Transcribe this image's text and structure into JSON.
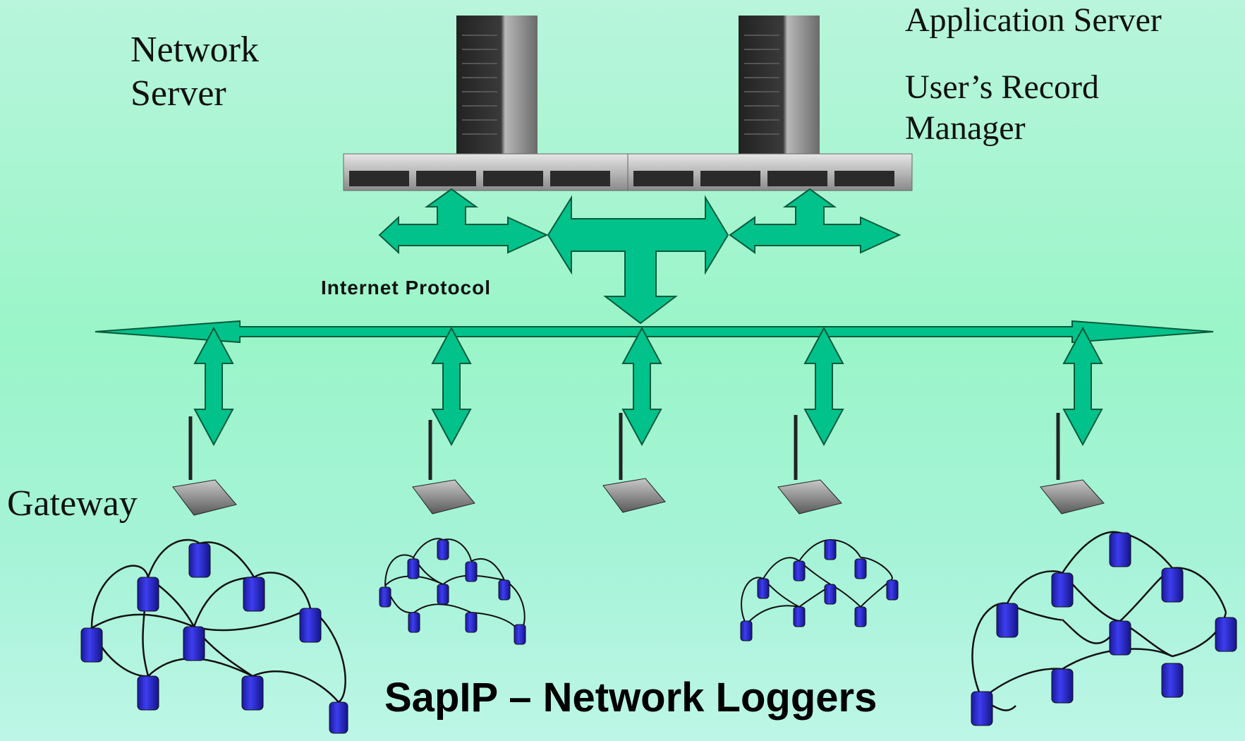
{
  "labels": {
    "network_server": [
      "Network",
      "Server"
    ],
    "application_server": "Application Server",
    "users_record_manager": [
      "User’s Record",
      "Manager"
    ],
    "internet_protocol": "Internet Protocol",
    "gateway": "Gateway",
    "title": "SapIP – Network Loggers"
  },
  "colors": {
    "arrow_fill": "#00c28a",
    "arrow_stroke": "#0a5a3c",
    "logger_fill": "#2b2bd0",
    "background_top": "#b8f5dc"
  },
  "icons": {
    "server": "server-tower-icon",
    "rack": "rack-server-icon",
    "gateway": "wireless-gateway-icon",
    "logger": "logger-node-icon"
  },
  "counts": {
    "servers": 2,
    "gateways": 5,
    "logger_clusters": 4
  }
}
